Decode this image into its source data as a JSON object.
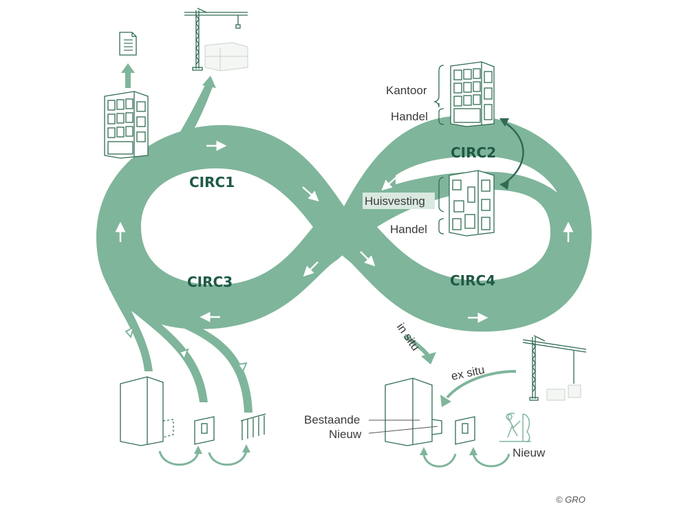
{
  "loops": {
    "circ1": "CIRC1",
    "circ2": "CIRC2",
    "circ3": "CIRC3",
    "circ4": "CIRC4"
  },
  "labels": {
    "kantoor": "Kantoor",
    "handel_top": "Handel",
    "huisvesting": "Huisvesting",
    "handel_bottom": "Handel",
    "in_situ": "in situ",
    "ex_situ": "ex situ",
    "bestaande": "Bestaande",
    "nieuw_left": "Nieuw",
    "nieuw_right": "Nieuw"
  },
  "copyright": "© GRO",
  "colors": {
    "band": "#7fb59b",
    "dark_green": "#2f6b52",
    "text_dark": "#1f5a45"
  }
}
